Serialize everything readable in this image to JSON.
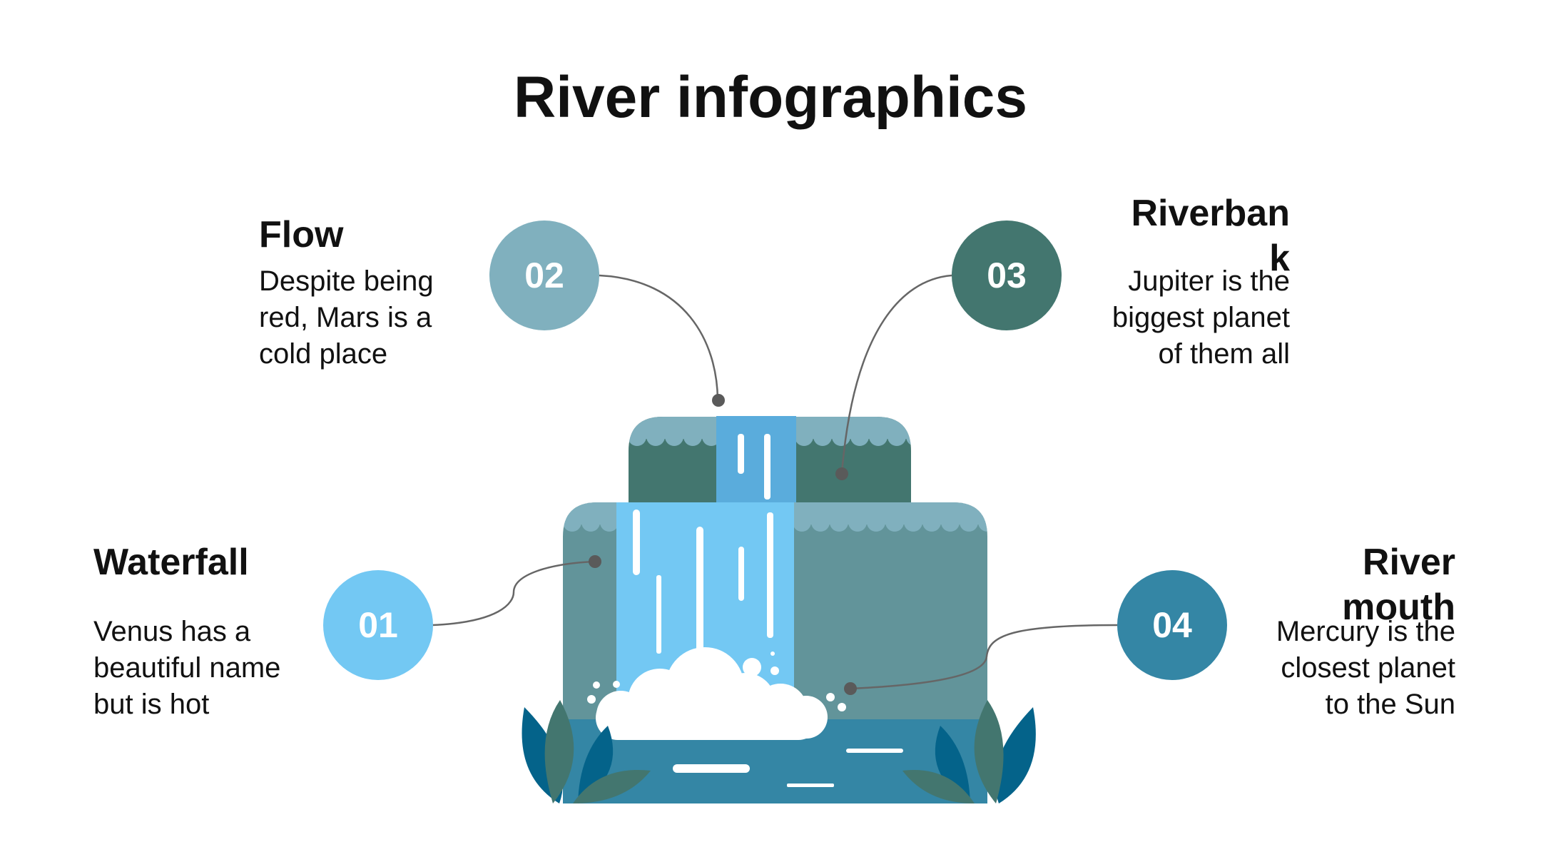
{
  "title": "River infographics",
  "items": [
    {
      "number": "01",
      "heading": "Waterfall",
      "text": "Venus has a beautiful name but is hot",
      "color": "#73c8f3"
    },
    {
      "number": "02",
      "heading": "Flow",
      "text": "Despite being red, Mars is a cold place",
      "color": "#80b0be"
    },
    {
      "number": "03",
      "heading": "Riverbank",
      "text": "Jupiter is the biggest planet of them all",
      "color": "#43766f"
    },
    {
      "number": "04",
      "heading": "River mouth",
      "text": "Mercury is the closest planet to the Sun",
      "color": "#3486a5"
    }
  ],
  "colors": {
    "scallop": "#80b0be",
    "upper_tier": "#43766f",
    "lower_tier": "#62949a",
    "water": "#73c8f3",
    "pool": "#3486a5",
    "leaf_dark": "#04638a",
    "leaf_green": "#43766f",
    "connector": "#666666"
  }
}
